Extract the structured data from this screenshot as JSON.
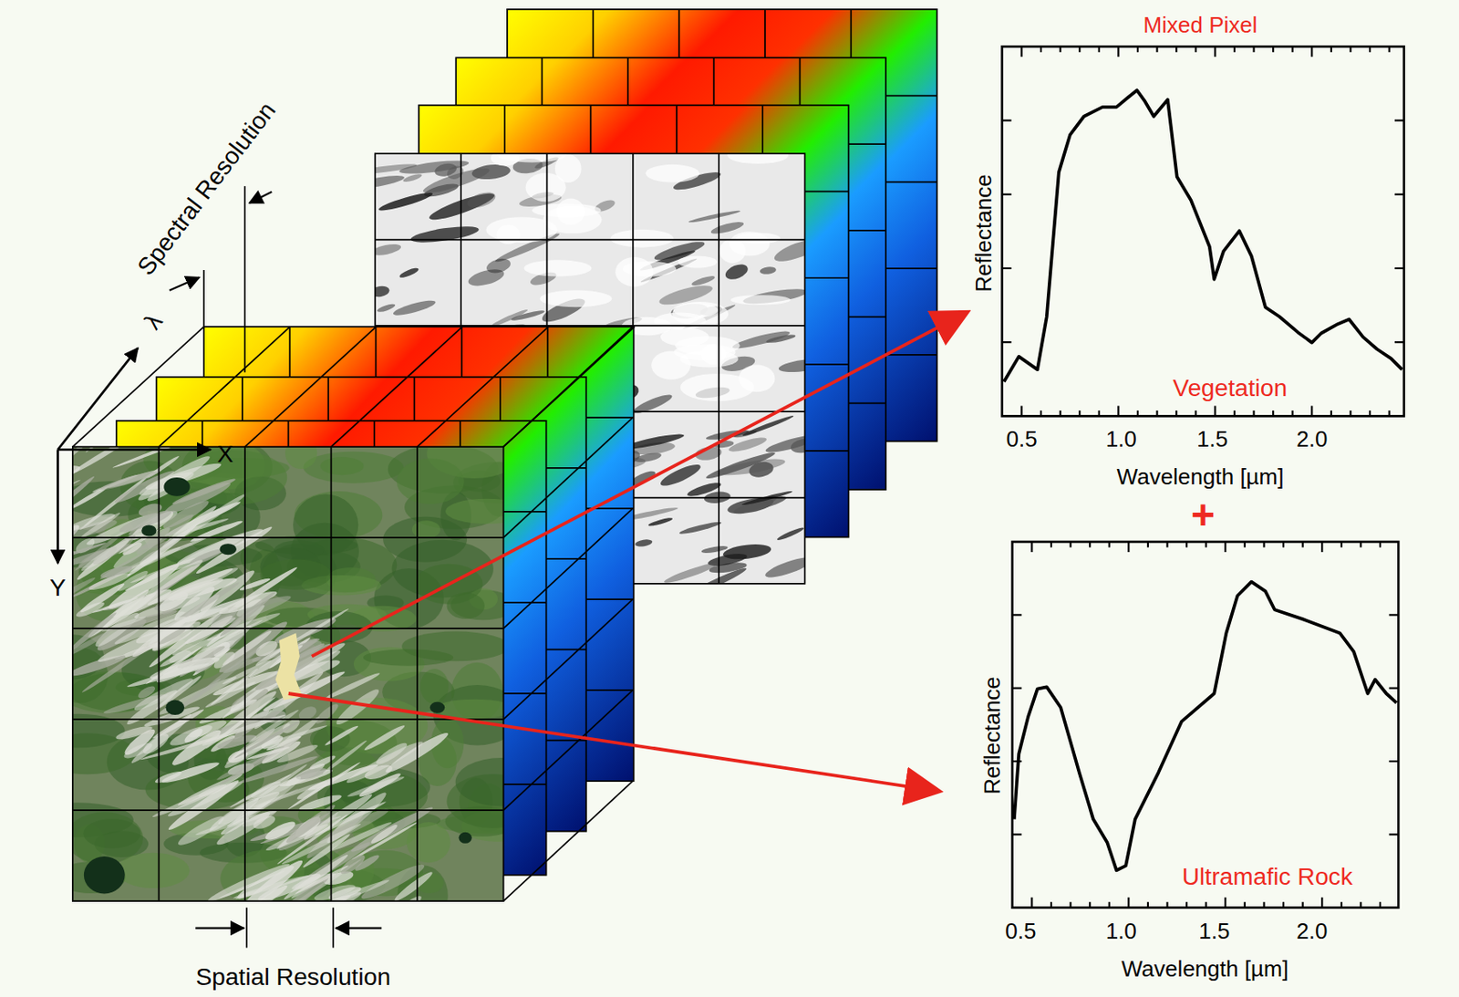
{
  "diagram": {
    "labels": [
      "Spectral Resolution",
      "λ",
      "X",
      "Y",
      "Spatial Resolution",
      "Mixed Pixel",
      "Reflectance",
      "Vegetation",
      "0.5",
      "1.0",
      "1.5",
      "2.0",
      "Wavelength [µm]",
      "+",
      "Reflectance",
      "Ultramafic Rock",
      "0.5",
      "1.0",
      "1.5",
      "2.0",
      "Wavelength [µm]"
    ]
  }
}
